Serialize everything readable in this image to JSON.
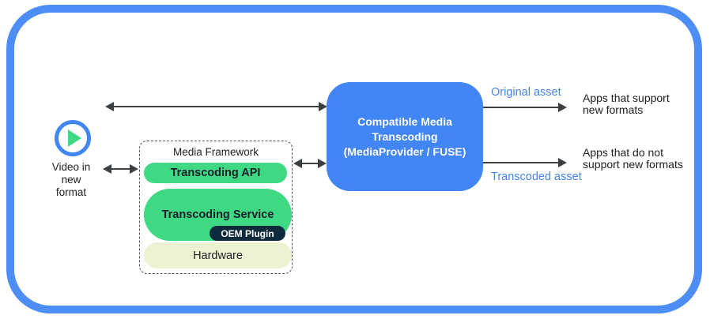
{
  "diagram": {
    "source": {
      "icon": "play-icon",
      "label": "Video in\nnew\nformat"
    },
    "framework": {
      "title": "Media Framework",
      "layers": [
        {
          "label": "Transcoding API"
        },
        {
          "label": "Transcoding Service",
          "plugin": "OEM Plugin"
        },
        {
          "label": "Hardware"
        }
      ]
    },
    "transcoder": {
      "label": "Compatible Media\nTranscoding\n(MediaProvider / FUSE)"
    },
    "outputs": [
      {
        "asset_label": "Original asset",
        "target": "Apps that support\nnew formats"
      },
      {
        "asset_label": "Transcoded asset",
        "target": "Apps that do not\nsupport new formats"
      }
    ]
  },
  "colors": {
    "accent_blue": "#4285f4",
    "border_blue": "#4d8df6",
    "green": "#3fd983",
    "pale_green": "#edf3d2",
    "dark_navy": "#0e2b3d",
    "arrow": "#3c4043",
    "text_dark": "#202124"
  }
}
